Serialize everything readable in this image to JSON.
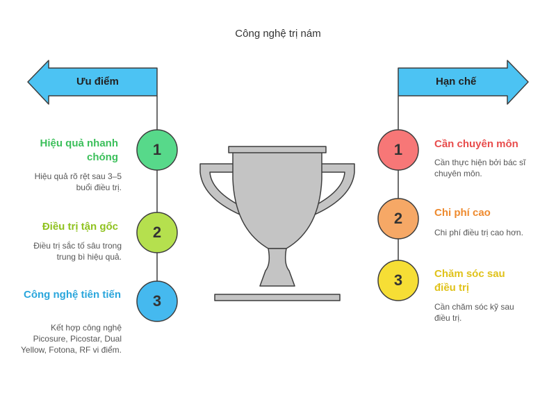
{
  "title": "Công nghệ trị nám",
  "advantages": {
    "label": "Ưu điểm",
    "items": [
      {
        "number": "1",
        "title": "Hiệu quả nhanh chóng",
        "description": "Hiệu quả rõ rệt sau 3–5 buổi điều trị.",
        "color": "#57d98a",
        "title_color": "#3bbf5a"
      },
      {
        "number": "2",
        "title": "Điều trị tận gốc",
        "description": "Điều trị sắc tố sâu trong trung bì hiệu quả.",
        "color": "#b5e04e",
        "title_color": "#8fc21f"
      },
      {
        "number": "3",
        "title": "Công nghệ tiên tiến",
        "description": "Kết hợp công nghệ Picosure, Picostar, Dual Yellow, Fotona, RF vi điểm.",
        "color": "#45b9ef",
        "title_color": "#2aa6dc"
      }
    ]
  },
  "disadvantages": {
    "label": "Hạn chế",
    "items": [
      {
        "number": "1",
        "title": "Cần chuyên môn",
        "description": "Cần thực hiện bởi bác sĩ chuyên môn.",
        "color": "#f77777",
        "title_color": "#e84c4c"
      },
      {
        "number": "2",
        "title": "Chi phí cao",
        "description": "Chi phí điều trị cao hơn.",
        "color": "#f6a866",
        "title_color": "#ee8a2e"
      },
      {
        "number": "3",
        "title": "Chăm sóc sau điều trị",
        "description": "Cần chăm sóc kỹ sau điều trị.",
        "color": "#f6de35",
        "title_color": "#e0c21a"
      }
    ]
  },
  "colors": {
    "banner_fill": "#4cc3f3",
    "stroke": "#3d3d3d",
    "trophy_fill": "#c4c4c4"
  },
  "icons": {
    "center": "trophy-icon"
  }
}
